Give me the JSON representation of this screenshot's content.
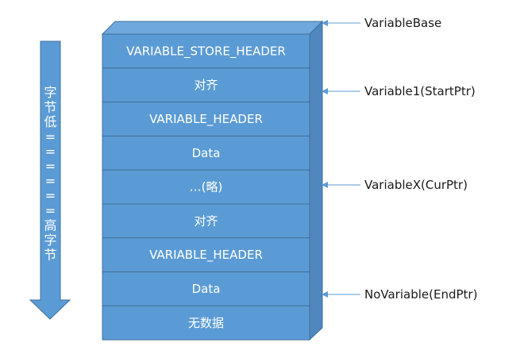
{
  "stack_cells": [
    "VARIABLE_STORE_HEADER",
    "对齐",
    "VARIABLE_HEADER",
    "Data",
    "…(略)",
    "对齐",
    "VARIABLE_HEADER",
    "Data",
    "无数据"
  ],
  "pointers": [
    {
      "label": "VariableBase"
    },
    {
      "label": "Variable1(StartPtr)"
    },
    {
      "label": "VariableX(CurPtr)"
    },
    {
      "label": "NoVariable(EndPtr)"
    }
  ],
  "direction_arrow": {
    "chars": [
      "字",
      "节",
      "低",
      "=",
      "=",
      "=",
      "=",
      "=",
      "=",
      "高",
      "字",
      "节"
    ]
  },
  "colors": {
    "cell_face": "#5b9bd5",
    "cell_border": "#41719c",
    "cell_side": "#4f87be",
    "cell_top": "#6fa8dc",
    "pointer_line": "#5b9bd5",
    "arrow_fill": "#5b9bd5"
  }
}
